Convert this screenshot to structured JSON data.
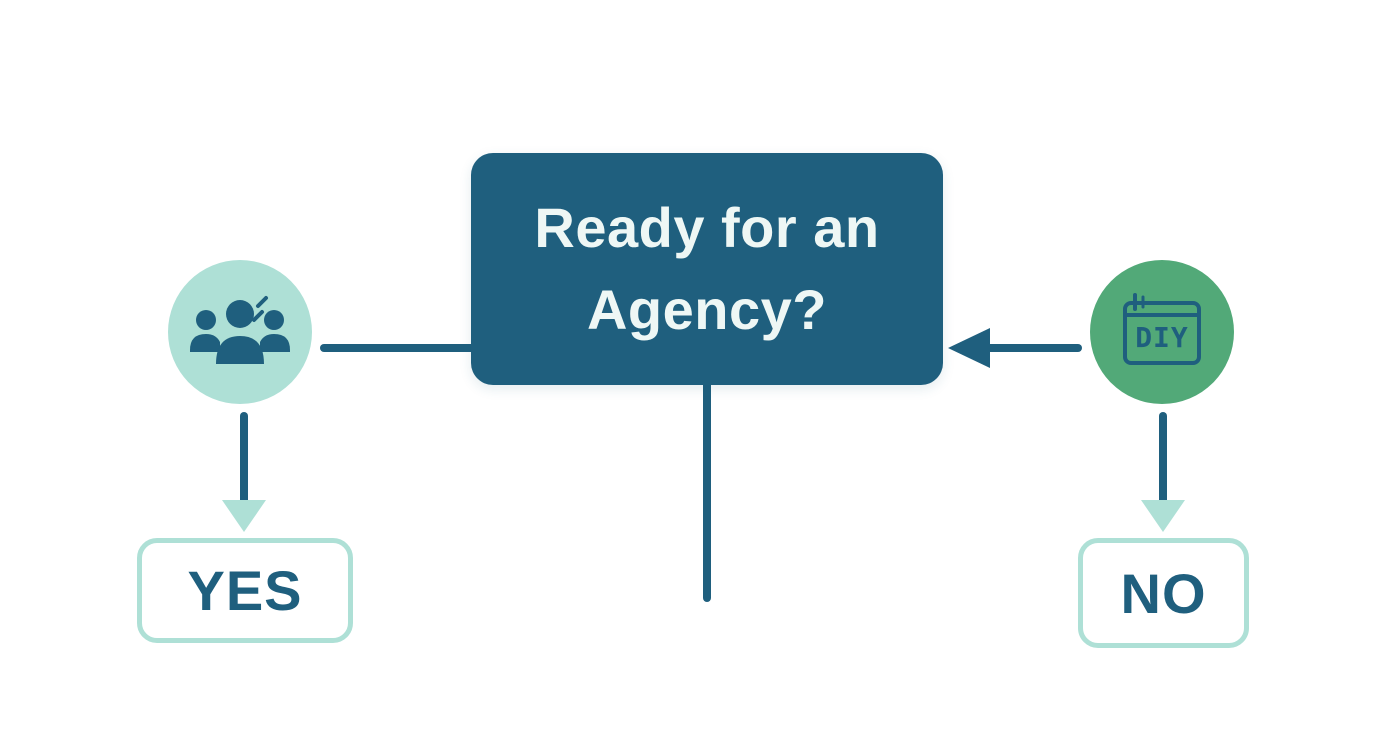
{
  "decision": {
    "question": "Ready for an\nAgency?"
  },
  "yes_branch": {
    "icon": "team-icon",
    "label": "YES"
  },
  "no_branch": {
    "icon": "diy-icon",
    "icon_text": "DIY",
    "label": "NO"
  },
  "colors": {
    "primary": "#1f5f7e",
    "mint": "#aee0d6",
    "green": "#52a978",
    "text_light": "#eef7f5"
  }
}
